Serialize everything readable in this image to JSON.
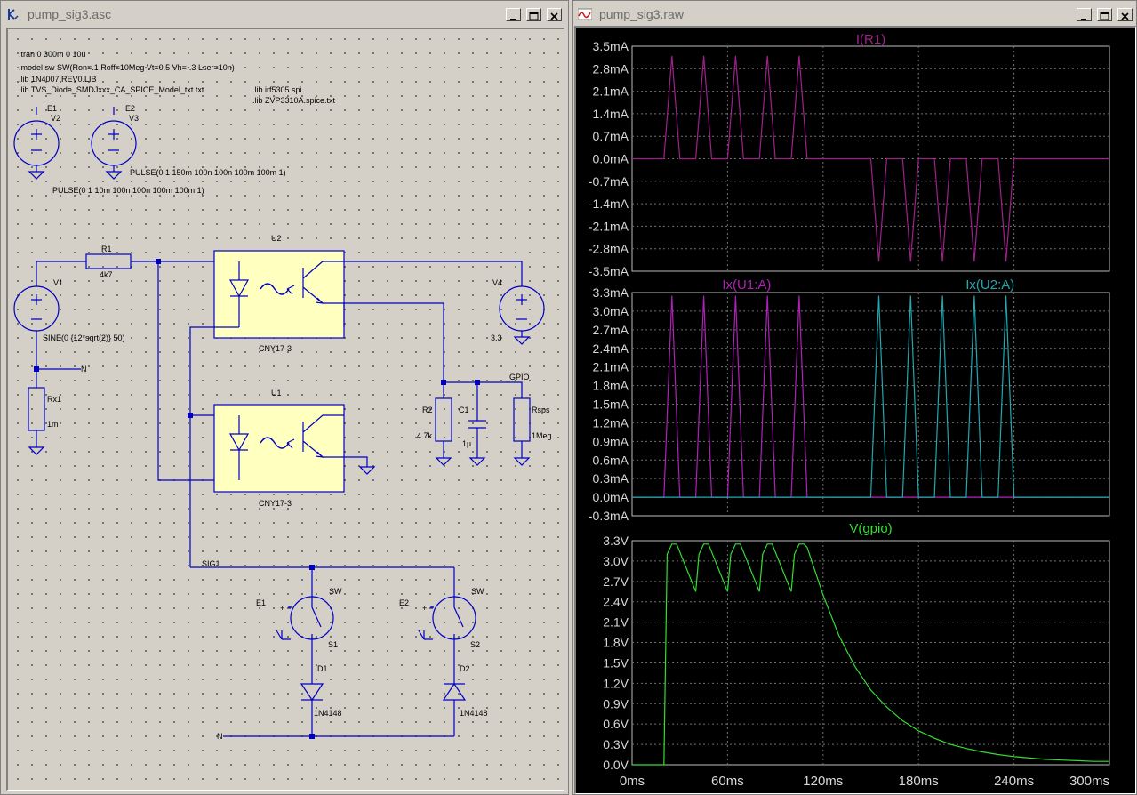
{
  "left_window": {
    "title": "pump_sig3.asc",
    "directives": {
      "tran": ".tran 0 300m 0 10u",
      "model": ".model sw SW(Ron=.1 Roff=10Meg Vt=0.5 Vh=-.3 Lser=10n)",
      "lib1": ".lib 1N4007.REV0.LIB",
      "lib2": ".lib TVS_Diode_SMDJxxx_CA_SPICE_Model_txt.txt",
      "lib3": ".lib irf5305.spi",
      "lib4": ".lib ZVP3310A.spice.txt"
    },
    "components": {
      "e1_node": "E1",
      "v2_name": "V2",
      "e2_node": "E2",
      "v3_name": "V3",
      "v3_value": "PULSE(0 1 150m 100n 100n 100m 100m 1)",
      "v2_value": "PULSE(0 1 10m 100n 100n 100m 100m 1)",
      "r1_name": "R1",
      "r1_value": "4k7",
      "u2_name": "U2",
      "u2_model": "CNY17-3",
      "u1_name": "U1",
      "u1_model": "CNY17-3",
      "v1_name": "V1",
      "v1_value": "SINE(0 {12*sqrt(2)} 50)",
      "v4_name": "V4",
      "v4_value": "3.3",
      "n_label_top": "N",
      "n_label_bottom": "N",
      "rx1_name": "Rx1",
      "rx1_value": "1m",
      "r2_name": "R2",
      "r2_value": "4.7k",
      "c1_name": "C1",
      "c1_value": "1µ",
      "gpio_label": "GPIO",
      "rsps_name": "Rsps",
      "rsps_value": "1Meg",
      "sig1_label": "SIG1",
      "s1_model": "SW",
      "s1_name": "S1",
      "s1_ctrl": "E1",
      "s2_model": "SW",
      "s2_name": "S2",
      "s2_ctrl": "E2",
      "d1_name": "D1",
      "d1_model": "1N4148",
      "d2_name": "D2",
      "d2_model": "1N4148",
      "plus": "+",
      "minus": "−"
    }
  },
  "right_window": {
    "title": "pump_sig3.raw",
    "x_ticks": [
      "0ms",
      "60ms",
      "120ms",
      "180ms",
      "240ms",
      "300ms"
    ]
  },
  "colors": {
    "wire": "#0000c0",
    "component": "#0000c0",
    "optocoupler_fill": "#ffffc0",
    "trace_r1": "#a0208c",
    "trace_u1": "#b020b8",
    "trace_u2": "#20a8b0",
    "trace_gpio": "#33dd33",
    "plot_axis_text": "#d8d8d8",
    "grid": "#707070"
  },
  "chart_data": [
    {
      "type": "line",
      "title": "I(R1)",
      "x_unit": "ms",
      "xlim": [
        0,
        300
      ],
      "ylim": [
        -3.5,
        3.5
      ],
      "y_unit": "mA",
      "y_ticks": [
        "3.5mA",
        "2.8mA",
        "2.1mA",
        "1.4mA",
        "0.7mA",
        "0.0mA",
        "-0.7mA",
        "-1.4mA",
        "-2.1mA",
        "-2.8mA",
        "-3.5mA"
      ],
      "grid": true,
      "series": [
        {
          "name": "I(R1)",
          "color": "#a0208c",
          "description": "Positive half-wave pulses (~3.2mA peak) at t≈25,45,65,85,105ms; negative half-wave pulses (~-3.2mA) at t≈155,175,195,215,235ms",
          "x": [
            0,
            20,
            25,
            30,
            40,
            45,
            50,
            60,
            65,
            70,
            80,
            85,
            90,
            100,
            105,
            110,
            150,
            155,
            160,
            170,
            175,
            180,
            190,
            195,
            200,
            210,
            215,
            220,
            230,
            235,
            240,
            300
          ],
          "y": [
            0,
            0,
            3.2,
            0,
            0,
            3.2,
            0,
            0,
            3.2,
            0,
            0,
            3.2,
            0,
            0,
            3.2,
            0,
            0,
            -3.2,
            0,
            0,
            -3.2,
            0,
            0,
            -3.2,
            0,
            0,
            -3.2,
            0,
            0,
            -3.2,
            0,
            0
          ]
        }
      ]
    },
    {
      "type": "line",
      "title": "",
      "x_unit": "ms",
      "xlim": [
        0,
        300
      ],
      "ylim": [
        -0.3,
        3.3
      ],
      "y_unit": "mA",
      "y_ticks": [
        "3.3mA",
        "3.0mA",
        "2.7mA",
        "2.4mA",
        "2.1mA",
        "1.8mA",
        "1.5mA",
        "1.2mA",
        "0.9mA",
        "0.6mA",
        "0.3mA",
        "0.0mA",
        "-0.3mA"
      ],
      "grid": true,
      "series": [
        {
          "name": "Ix(U1:A)",
          "color": "#b020b8",
          "x": [
            0,
            20,
            25,
            30,
            40,
            45,
            50,
            60,
            65,
            70,
            80,
            85,
            90,
            100,
            105,
            110,
            300
          ],
          "y": [
            0,
            0,
            3.25,
            0,
            0,
            3.25,
            0,
            0,
            3.25,
            0,
            0,
            3.25,
            0,
            0,
            3.25,
            0,
            0
          ]
        },
        {
          "name": "Ix(U2:A)",
          "color": "#20a8b0",
          "x": [
            0,
            150,
            155,
            160,
            170,
            175,
            180,
            190,
            195,
            200,
            210,
            215,
            220,
            230,
            235,
            240,
            300
          ],
          "y": [
            0,
            0,
            3.25,
            0,
            0,
            3.25,
            0,
            0,
            3.25,
            0,
            0,
            3.25,
            0,
            0,
            3.25,
            0,
            0
          ]
        }
      ]
    },
    {
      "type": "line",
      "title": "V(gpio)",
      "x_unit": "ms",
      "xlim": [
        0,
        300
      ],
      "ylim": [
        0,
        3.3
      ],
      "y_unit": "V",
      "y_ticks": [
        "3.3V",
        "3.0V",
        "2.7V",
        "2.4V",
        "2.1V",
        "1.8V",
        "1.5V",
        "1.2V",
        "0.9V",
        "0.6V",
        "0.3V",
        "0.0V"
      ],
      "grid": true,
      "series": [
        {
          "name": "V(gpio)",
          "color": "#33dd33",
          "x": [
            0,
            20,
            22,
            25,
            28,
            40,
            42,
            45,
            48,
            60,
            62,
            65,
            68,
            80,
            82,
            85,
            88,
            100,
            102,
            105,
            108,
            110,
            120,
            130,
            140,
            150,
            160,
            170,
            180,
            190,
            200,
            210,
            220,
            230,
            240,
            250,
            260,
            270,
            280,
            290,
            300
          ],
          "y": [
            0,
            0,
            3.1,
            3.25,
            3.25,
            2.55,
            3.1,
            3.25,
            3.25,
            2.55,
            3.1,
            3.25,
            3.25,
            2.55,
            3.1,
            3.25,
            3.25,
            2.55,
            3.1,
            3.25,
            3.25,
            3.2,
            2.5,
            1.9,
            1.45,
            1.1,
            0.85,
            0.65,
            0.5,
            0.39,
            0.3,
            0.24,
            0.19,
            0.15,
            0.12,
            0.1,
            0.08,
            0.07,
            0.06,
            0.05,
            0.05
          ]
        }
      ]
    }
  ]
}
